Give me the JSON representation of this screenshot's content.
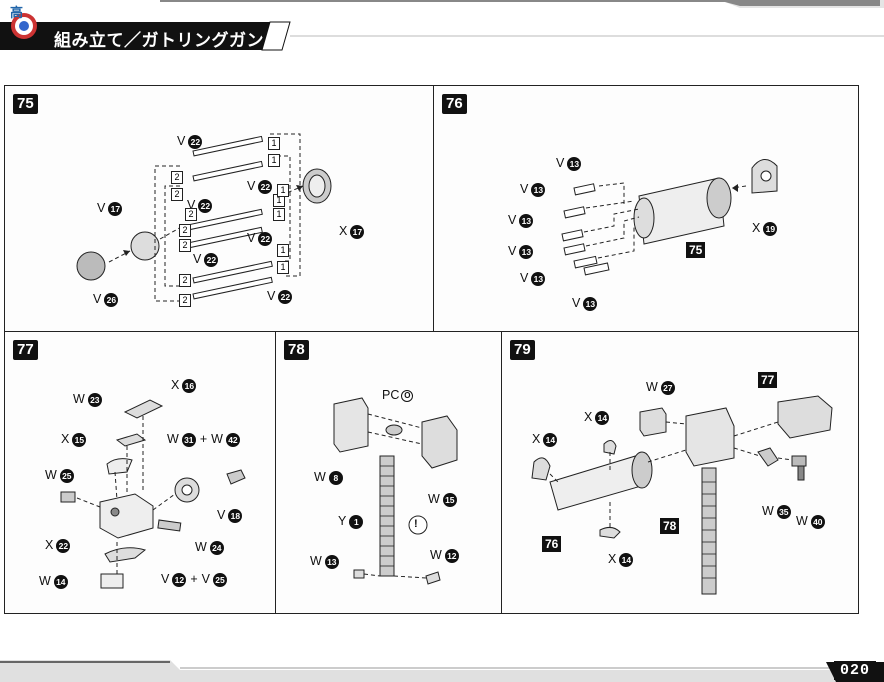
{
  "header": {
    "logo_text": "高",
    "title": "組み立て／ガトリングガン"
  },
  "page_number": "020",
  "steps": {
    "s75": {
      "num": "75",
      "labels": [
        {
          "part": "V",
          "n": "22"
        },
        {
          "part": "V",
          "n": "22"
        },
        {
          "part": "V",
          "n": "17"
        },
        {
          "part": "V",
          "n": "22"
        },
        {
          "part": "V",
          "n": "22"
        },
        {
          "part": "V",
          "n": "22"
        },
        {
          "part": "V",
          "n": "26"
        },
        {
          "part": "V",
          "n": "22"
        },
        {
          "part": "X",
          "n": "17"
        }
      ],
      "boxes": [
        "1",
        "1",
        "1",
        "1",
        "1",
        "1",
        "1",
        "2",
        "2",
        "2",
        "2",
        "2",
        "2",
        "2"
      ]
    },
    "s76": {
      "num": "76",
      "labels": [
        {
          "part": "V",
          "n": "13"
        },
        {
          "part": "V",
          "n": "13"
        },
        {
          "part": "V",
          "n": "13"
        },
        {
          "part": "V",
          "n": "13"
        },
        {
          "part": "V",
          "n": "13"
        },
        {
          "part": "V",
          "n": "13"
        },
        {
          "part": "X",
          "n": "19"
        }
      ],
      "ref": "75"
    },
    "s77": {
      "num": "77",
      "labels": [
        {
          "part": "X",
          "n": "16"
        },
        {
          "part": "W",
          "n": "23"
        },
        {
          "part": "X",
          "n": "15"
        },
        {
          "part": "W",
          "n": "25"
        },
        {
          "part": "X",
          "n": "22"
        },
        {
          "part": "W",
          "n": "14"
        },
        {
          "part": "V",
          "n": "18"
        },
        {
          "part": "W",
          "n": "24"
        }
      ],
      "combo1": {
        "a": "W",
        "an": "31",
        "plus": "+",
        "b": "W",
        "bn": "42"
      },
      "combo2": {
        "a": "V",
        "an": "12",
        "plus": "+",
        "b": "V",
        "bn": "25"
      }
    },
    "s78": {
      "num": "78",
      "labels": [
        {
          "part": "PC",
          "n": "O"
        },
        {
          "part": "W",
          "n": "8"
        },
        {
          "part": "W",
          "n": "15"
        },
        {
          "part": "Y",
          "n": "1"
        },
        {
          "part": "W",
          "n": "13"
        },
        {
          "part": "W",
          "n": "12"
        }
      ],
      "caution": "!"
    },
    "s79": {
      "num": "79",
      "labels": [
        {
          "part": "W",
          "n": "27"
        },
        {
          "part": "X",
          "n": "14"
        },
        {
          "part": "X",
          "n": "14"
        },
        {
          "part": "W",
          "n": "35"
        },
        {
          "part": "W",
          "n": "40"
        },
        {
          "part": "X",
          "n": "14"
        }
      ],
      "refs": [
        "77",
        "76",
        "78"
      ]
    }
  }
}
